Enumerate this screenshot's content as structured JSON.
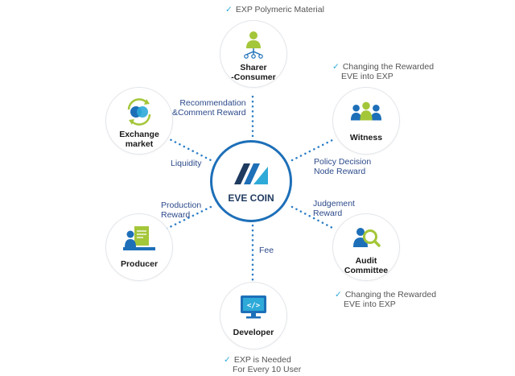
{
  "center": {
    "title": "EVE COIN",
    "icon": "eve-logo-icon"
  },
  "nodes": {
    "sharer": {
      "line1": "Sharer",
      "line2": "-Consumer",
      "icon": "user-network-icon"
    },
    "exchange": {
      "line1": "Exchange",
      "line2": "market",
      "icon": "exchange-cycle-icon"
    },
    "witness": {
      "label": "Witness",
      "icon": "group-icon"
    },
    "producer": {
      "label": "Producer",
      "icon": "producer-icon"
    },
    "audit": {
      "line1": "Audit",
      "line2": "Committee",
      "icon": "magnifier-user-icon"
    },
    "developer": {
      "label": "Developer",
      "icon": "code-monitor-icon"
    }
  },
  "edges": {
    "recommendation": {
      "line1": "Recommendation",
      "line2": "&Comment Reward"
    },
    "liquidity": "Liquidity",
    "policy": {
      "line1": "Policy Decision",
      "line2": "Node Reward"
    },
    "production": {
      "line1": "Production",
      "line2": "Reward"
    },
    "judgement": {
      "line1": "Judgement",
      "line2": "Reward"
    },
    "fee": "Fee"
  },
  "notes": {
    "top": {
      "line1": "EXP Polymeric Material"
    },
    "witness": {
      "line1": "Changing the Rewarded",
      "line2": "EVE into EXP"
    },
    "audit": {
      "line1": "Changing the Rewarded",
      "line2": "EVE into EXP"
    },
    "developer": {
      "line1": "EXP is Needed",
      "line2": "For Every 10 User"
    }
  },
  "colors": {
    "primary": "#1d6fb8",
    "accent": "#2eaad8",
    "green": "#a4c639",
    "dark": "#1f3a5f"
  }
}
